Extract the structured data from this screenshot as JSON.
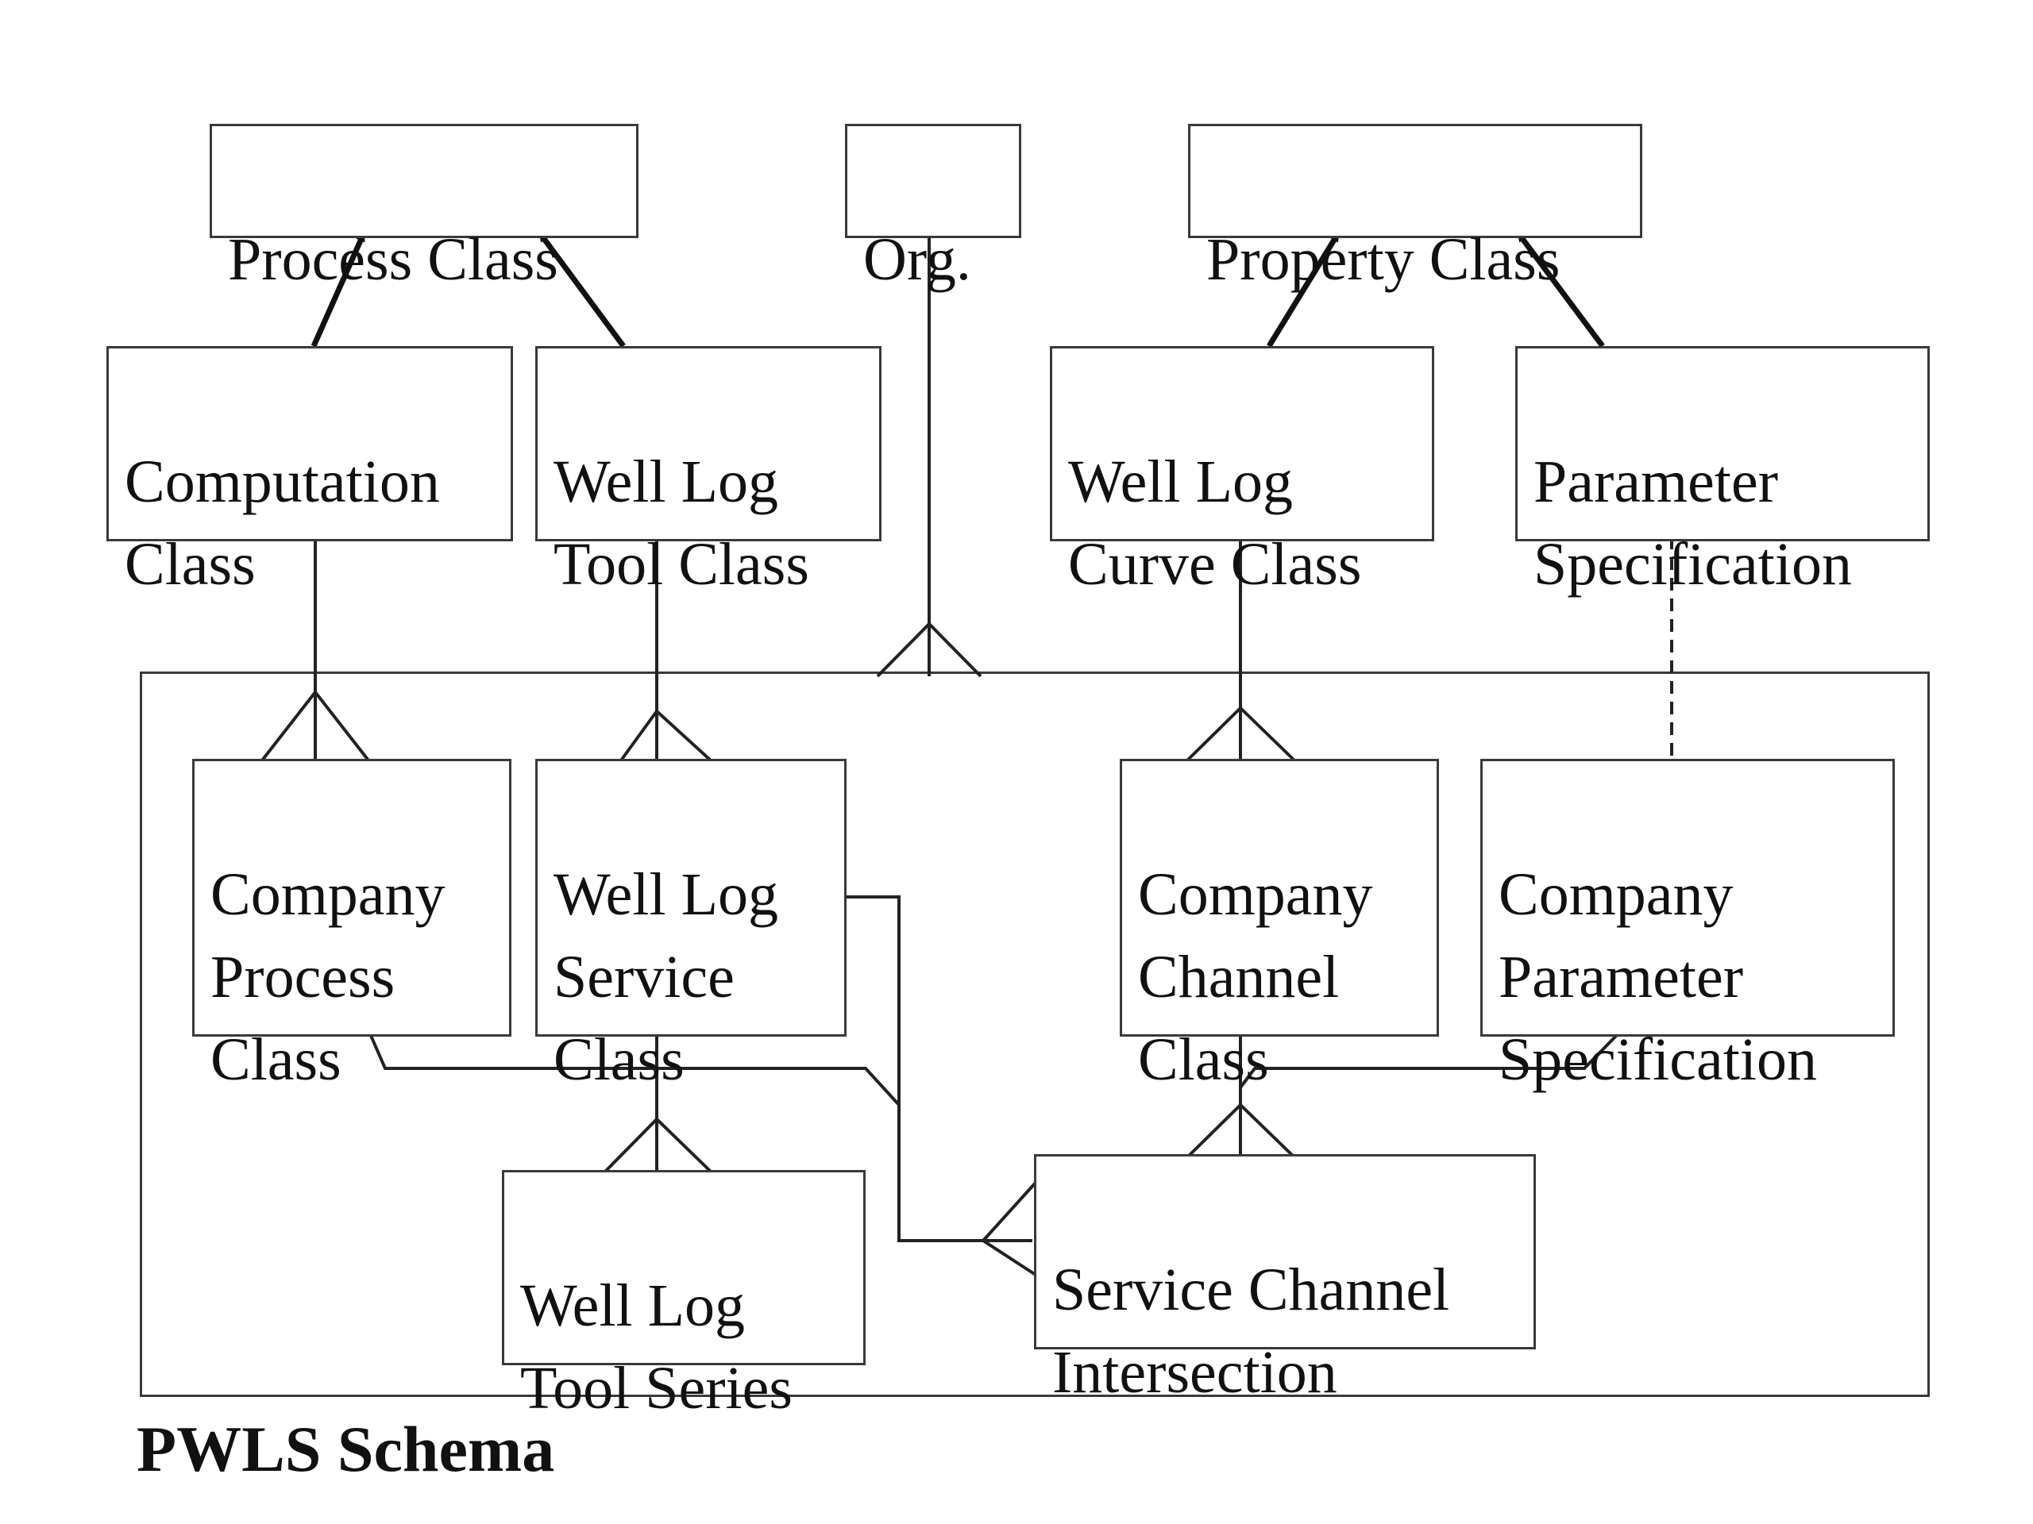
{
  "diagram": {
    "schema_title": "PWLS Schema",
    "entities": {
      "process_class": "Process Class",
      "org": "Org.",
      "property_class": "Property Class",
      "computation_class": "Computation\nClass",
      "well_log_tool_class": "Well Log\nTool Class",
      "well_log_curve_class": "Well Log\nCurve Class",
      "parameter_specification": "Parameter\nSpecification",
      "company_process_class": "Company\nProcess\nClass",
      "well_log_service_class": "Well Log\nService\nClass",
      "company_channel_class": "Company\nChannel\nClass",
      "company_parameter_specification": "Company\nParameter\nSpecification",
      "well_log_tool_series": "Well Log\nTool Series",
      "service_channel_intersection": "Service Channel\nIntersection"
    }
  }
}
